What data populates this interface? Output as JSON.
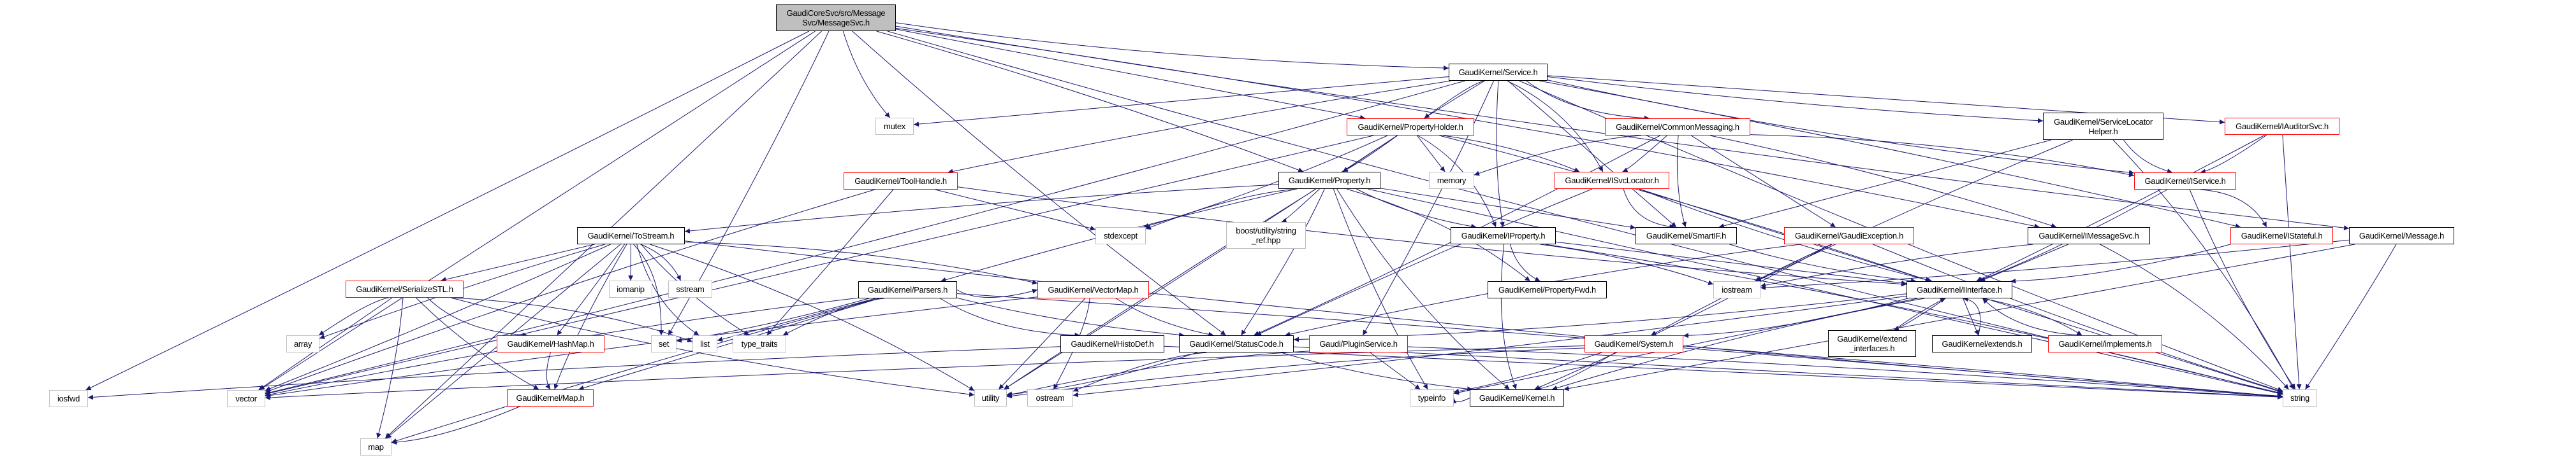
{
  "graph": {
    "title": "GaudiCoreSvc/src/MessageSvc/MessageSvc.h include dependency graph",
    "edge_color": "#191970",
    "colors": {
      "root_fill": "#bfbfbf",
      "normal_border": "#000000",
      "truncated_border": "#ff0000",
      "external_border": "#bfbfbf"
    },
    "nodes": {
      "root": "GaudiCoreSvc/src/Message\nSvc/MessageSvc.h",
      "service": "GaudiKernel/Service.h",
      "mutex": "mutex",
      "toolhandle": "GaudiKernel/ToolHandle.h",
      "propertyholder": "GaudiKernel/PropertyHolder.h",
      "commonmessaging": "GaudiKernel/CommonMessaging.h",
      "servicelocatorhelper": "GaudiKernel/ServiceLocator\nHelper.h",
      "iauditorsvc": "GaudiKernel/IAuditorSvc.h",
      "property": "GaudiKernel/Property.h",
      "memory": "memory",
      "isvclocator": "GaudiKernel/ISvcLocator.h",
      "iservice": "GaudiKernel/IService.h",
      "tostream": "GaudiKernel/ToStream.h",
      "stdexcept": "stdexcept",
      "boost_string_ref": "boost/utility/string\n_ref.hpp",
      "iproperty": "GaudiKernel/IProperty.h",
      "smartif": "GaudiKernel/SmartIF.h",
      "gaudiexception": "GaudiKernel/GaudiException.h",
      "imessagesvc": "GaudiKernel/IMessageSvc.h",
      "istateful": "GaudiKernel/IStateful.h",
      "message": "GaudiKernel/Message.h",
      "serializestl": "GaudiKernel/SerializeSTL.h",
      "iomanip": "iomanip",
      "sstream": "sstream",
      "parsers": "GaudiKernel/Parsers.h",
      "vectormap": "GaudiKernel/VectorMap.h",
      "propertyfwd": "GaudiKernel/PropertyFwd.h",
      "iostream": "iostream",
      "iinterface": "GaudiKernel/IInterface.h",
      "array": "array",
      "hashmap": "GaudiKernel/HashMap.h",
      "set": "set",
      "list": "list",
      "type_traits": "type_traits",
      "histodef": "GaudiKernel/HistoDef.h",
      "statuscode": "GaudiKernel/StatusCode.h",
      "pluginservice": "Gaudi/PluginService.h",
      "system": "GaudiKernel/System.h",
      "extend_interfaces": "GaudiKernel/extend\n_interfaces.h",
      "extends": "GaudiKernel/extends.h",
      "implements": "GaudiKernel/implements.h",
      "iosfwd": "iosfwd",
      "vector": "vector",
      "map_h": "GaudiKernel/Map.h",
      "utility": "utility",
      "ostream": "ostream",
      "typeinfo": "typeinfo",
      "kernel": "GaudiKernel/Kernel.h",
      "string": "string",
      "map": "map"
    },
    "edges": [
      [
        "root",
        "service"
      ],
      [
        "root",
        "mutex"
      ],
      [
        "root",
        "propertyholder"
      ],
      [
        "root",
        "property"
      ],
      [
        "root",
        "imessagesvc"
      ],
      [
        "root",
        "message"
      ],
      [
        "root",
        "iosfwd"
      ],
      [
        "root",
        "vector"
      ],
      [
        "root",
        "map"
      ],
      [
        "root",
        "set"
      ],
      [
        "root",
        "string"
      ],
      [
        "root",
        "statuscode"
      ],
      [
        "service",
        "mutex"
      ],
      [
        "service",
        "toolhandle"
      ],
      [
        "service",
        "propertyholder"
      ],
      [
        "service",
        "commonmessaging"
      ],
      [
        "service",
        "servicelocatorhelper"
      ],
      [
        "service",
        "iauditorsvc"
      ],
      [
        "service",
        "property"
      ],
      [
        "service",
        "isvclocator"
      ],
      [
        "service",
        "iservice"
      ],
      [
        "service",
        "iproperty"
      ],
      [
        "service",
        "smartif"
      ],
      [
        "service",
        "istateful"
      ],
      [
        "service",
        "pluginservice"
      ],
      [
        "service",
        "vector"
      ],
      [
        "service",
        "string"
      ],
      [
        "toolhandle",
        "stdexcept"
      ],
      [
        "toolhandle",
        "type_traits"
      ],
      [
        "toolhandle",
        "vector"
      ],
      [
        "toolhandle",
        "iinterface"
      ],
      [
        "propertyholder",
        "property"
      ],
      [
        "propertyholder",
        "memory"
      ],
      [
        "propertyholder",
        "isvclocator"
      ],
      [
        "propertyholder",
        "iproperty"
      ],
      [
        "propertyholder",
        "stdexcept"
      ],
      [
        "propertyholder",
        "utility"
      ],
      [
        "propertyholder",
        "vector"
      ],
      [
        "propertyholder",
        "iinterface"
      ],
      [
        "commonmessaging",
        "memory"
      ],
      [
        "commonmessaging",
        "isvclocator"
      ],
      [
        "commonmessaging",
        "smartif"
      ],
      [
        "commonmessaging",
        "gaudiexception"
      ],
      [
        "commonmessaging",
        "imessagesvc"
      ],
      [
        "commonmessaging",
        "iservice"
      ],
      [
        "commonmessaging",
        "statuscode"
      ],
      [
        "servicelocatorhelper",
        "iservice"
      ],
      [
        "servicelocatorhelper",
        "smartif"
      ],
      [
        "servicelocatorhelper",
        "iostream"
      ],
      [
        "servicelocatorhelper",
        "string"
      ],
      [
        "iauditorsvc",
        "iservice"
      ],
      [
        "iauditorsvc",
        "iinterface"
      ],
      [
        "iauditorsvc",
        "string"
      ],
      [
        "property",
        "tostream"
      ],
      [
        "property",
        "stdexcept"
      ],
      [
        "property",
        "boost_string_ref"
      ],
      [
        "property",
        "iproperty"
      ],
      [
        "property",
        "smartif"
      ],
      [
        "property",
        "parsers"
      ],
      [
        "property",
        "propertyfwd"
      ],
      [
        "property",
        "kernel"
      ],
      [
        "property",
        "typeinfo"
      ],
      [
        "property",
        "string"
      ],
      [
        "property",
        "utility"
      ],
      [
        "property",
        "statuscode"
      ],
      [
        "isvclocator",
        "smartif"
      ],
      [
        "isvclocator",
        "iinterface"
      ],
      [
        "isvclocator",
        "string"
      ],
      [
        "isvclocator",
        "statuscode"
      ],
      [
        "iservice",
        "istateful"
      ],
      [
        "iservice",
        "iinterface"
      ],
      [
        "iservice",
        "string"
      ],
      [
        "tostream",
        "iomanip"
      ],
      [
        "tostream",
        "sstream"
      ],
      [
        "tostream",
        "set"
      ],
      [
        "tostream",
        "list"
      ],
      [
        "tostream",
        "type_traits"
      ],
      [
        "tostream",
        "serializestl"
      ],
      [
        "tostream",
        "hashmap"
      ],
      [
        "tostream",
        "vectormap"
      ],
      [
        "tostream",
        "map_h"
      ],
      [
        "tostream",
        "vector"
      ],
      [
        "tostream",
        "map"
      ],
      [
        "tostream",
        "array"
      ],
      [
        "tostream",
        "utility"
      ],
      [
        "tostream",
        "string"
      ],
      [
        "iproperty",
        "propertyfwd"
      ],
      [
        "iproperty",
        "iinterface"
      ],
      [
        "iproperty",
        "iostream"
      ],
      [
        "iproperty",
        "string"
      ],
      [
        "iproperty",
        "kernel"
      ],
      [
        "smartif",
        "iinterface"
      ],
      [
        "gaudiexception",
        "iostream"
      ],
      [
        "gaudiexception",
        "system"
      ],
      [
        "gaudiexception",
        "statuscode"
      ],
      [
        "gaudiexception",
        "kernel"
      ],
      [
        "gaudiexception",
        "string"
      ],
      [
        "imessagesvc",
        "iinterface"
      ],
      [
        "imessagesvc",
        "iostream"
      ],
      [
        "imessagesvc",
        "string"
      ],
      [
        "istateful",
        "iinterface"
      ],
      [
        "message",
        "iostream"
      ],
      [
        "message",
        "kernel"
      ],
      [
        "message",
        "string"
      ],
      [
        "serializestl",
        "array"
      ],
      [
        "serializestl",
        "hashmap"
      ],
      [
        "serializestl",
        "map_h"
      ],
      [
        "serializestl",
        "vector"
      ],
      [
        "serializestl",
        "map"
      ],
      [
        "serializestl",
        "list"
      ],
      [
        "serializestl",
        "utility"
      ],
      [
        "parsers",
        "set"
      ],
      [
        "parsers",
        "list"
      ],
      [
        "parsers",
        "map"
      ],
      [
        "parsers",
        "vector"
      ],
      [
        "parsers",
        "histodef"
      ],
      [
        "parsers",
        "statuscode"
      ],
      [
        "parsers",
        "map_h"
      ],
      [
        "parsers",
        "string"
      ],
      [
        "parsers",
        "type_traits"
      ],
      [
        "parsers",
        "vectormap"
      ],
      [
        "vectormap",
        "statuscode"
      ],
      [
        "vectormap",
        "utility"
      ],
      [
        "vectormap",
        "vector"
      ],
      [
        "vectormap",
        "ostream"
      ],
      [
        "iinterface",
        "system"
      ],
      [
        "iinterface",
        "extend_interfaces"
      ],
      [
        "iinterface",
        "extends"
      ],
      [
        "iinterface",
        "implements"
      ],
      [
        "iinterface",
        "kernel"
      ],
      [
        "iinterface",
        "statuscode"
      ],
      [
        "iinterface",
        "ostream"
      ],
      [
        "iinterface",
        "typeinfo"
      ],
      [
        "extend_interfaces",
        "iinterface"
      ],
      [
        "extends",
        "iinterface"
      ],
      [
        "implements",
        "iinterface"
      ],
      [
        "hashmap",
        "map_h"
      ],
      [
        "histodef",
        "string"
      ],
      [
        "histodef",
        "iosfwd"
      ],
      [
        "statuscode",
        "ostream"
      ],
      [
        "statuscode",
        "utility"
      ],
      [
        "statuscode",
        "kernel"
      ],
      [
        "pluginservice",
        "typeinfo"
      ],
      [
        "pluginservice",
        "string"
      ],
      [
        "pluginservice",
        "utility"
      ],
      [
        "system",
        "kernel"
      ],
      [
        "system",
        "typeinfo"
      ],
      [
        "system",
        "string"
      ],
      [
        "system",
        "vector"
      ],
      [
        "system",
        "utility"
      ],
      [
        "map_h",
        "map"
      ],
      [
        "kernel",
        "typeinfo"
      ],
      [
        "statuscode",
        "string"
      ]
    ]
  }
}
